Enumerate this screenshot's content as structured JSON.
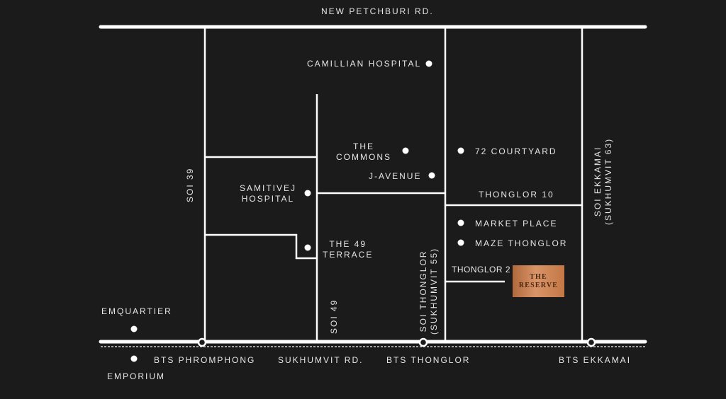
{
  "colors": {
    "background": "#1b1b1b",
    "road": "#ffffff",
    "text": "#e6e6e6",
    "highlight": "#c98050"
  },
  "roads": {
    "north": "NEW PETCHBURI RD.",
    "south": "SUKHUMVIT RD.",
    "soi39": "SOI 39",
    "soi49": "SOI 49",
    "soi_thonglor": [
      "SOI THONGLOR",
      "(SUKHUMVIT 55)"
    ],
    "soi_ekkamai": [
      "SOI EKKAMAI",
      "(SUKHUMVIT 63)"
    ],
    "thonglor10": "THONGLOR 10",
    "thonglor2": "THONGLOR 2"
  },
  "landmarks": {
    "camillian": "CAMILLIAN HOSPITAL",
    "commons": [
      "THE",
      "COMMONS"
    ],
    "javenue": "J-AVENUE",
    "courtyard": "72 COURTYARD",
    "samitivej": [
      "SAMITIVEJ",
      "HOSPITAL"
    ],
    "terrace": [
      "THE 49",
      "TERRACE"
    ],
    "market": "MARKET PLACE",
    "maze": "MAZE THONGLOR",
    "emquartier": "EMQUARTIER",
    "emporium": "EMPORIUM"
  },
  "stations": {
    "phromphong": "BTS PHROMPHONG",
    "thonglor": "BTS THONGLOR",
    "ekkamai": "BTS EKKAMAI"
  },
  "project": {
    "line1": "THE",
    "line2": "RESERVE"
  }
}
